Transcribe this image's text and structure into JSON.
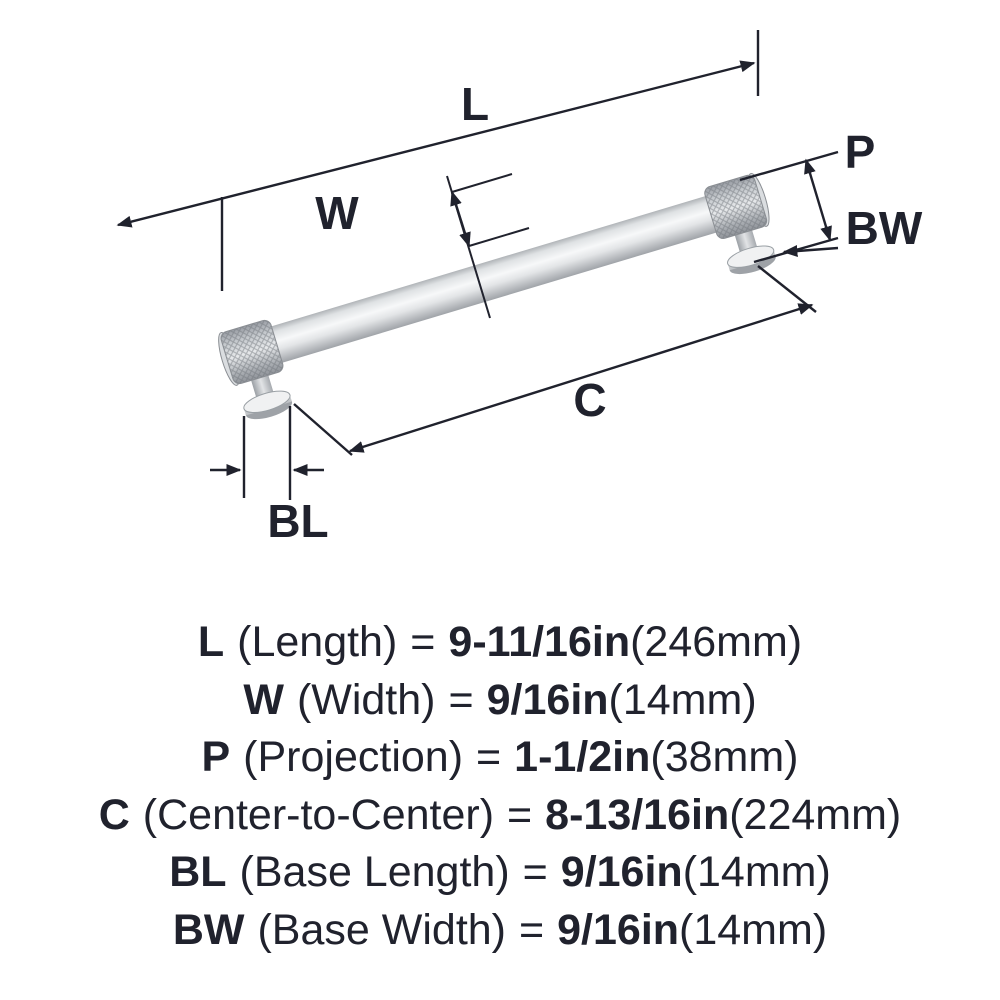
{
  "diagram": {
    "labels": {
      "length": "L",
      "width": "W",
      "projection": "P",
      "base_width": "BW",
      "center_to_center": "C",
      "base_length": "BL"
    }
  },
  "specs": [
    {
      "symbol": "L",
      "name": "(Length)",
      "eq": "=",
      "value": "9-11/16in",
      "metric": "(246mm)"
    },
    {
      "symbol": "W",
      "name": "(Width)",
      "eq": "=",
      "value": "9/16in",
      "metric": "(14mm)"
    },
    {
      "symbol": "P",
      "name": "(Projection)",
      "eq": "=",
      "value": "1-1/2in",
      "metric": "(38mm)"
    },
    {
      "symbol": "C",
      "name": "(Center-to-Center)",
      "eq": "=",
      "value": "8-13/16in",
      "metric": "(224mm)"
    },
    {
      "symbol": "BL",
      "name": "(Base Length)",
      "eq": "=",
      "value": "9/16in",
      "metric": "(14mm)"
    },
    {
      "symbol": "BW",
      "name": "(Base Width)",
      "eq": "=",
      "value": "9/16in",
      "metric": "(14mm)"
    }
  ],
  "colors": {
    "ink": "#20222d",
    "metal_light": "#f7f8f9",
    "metal_mid": "#c8ccd0",
    "metal_dark": "#9b9fa4"
  }
}
